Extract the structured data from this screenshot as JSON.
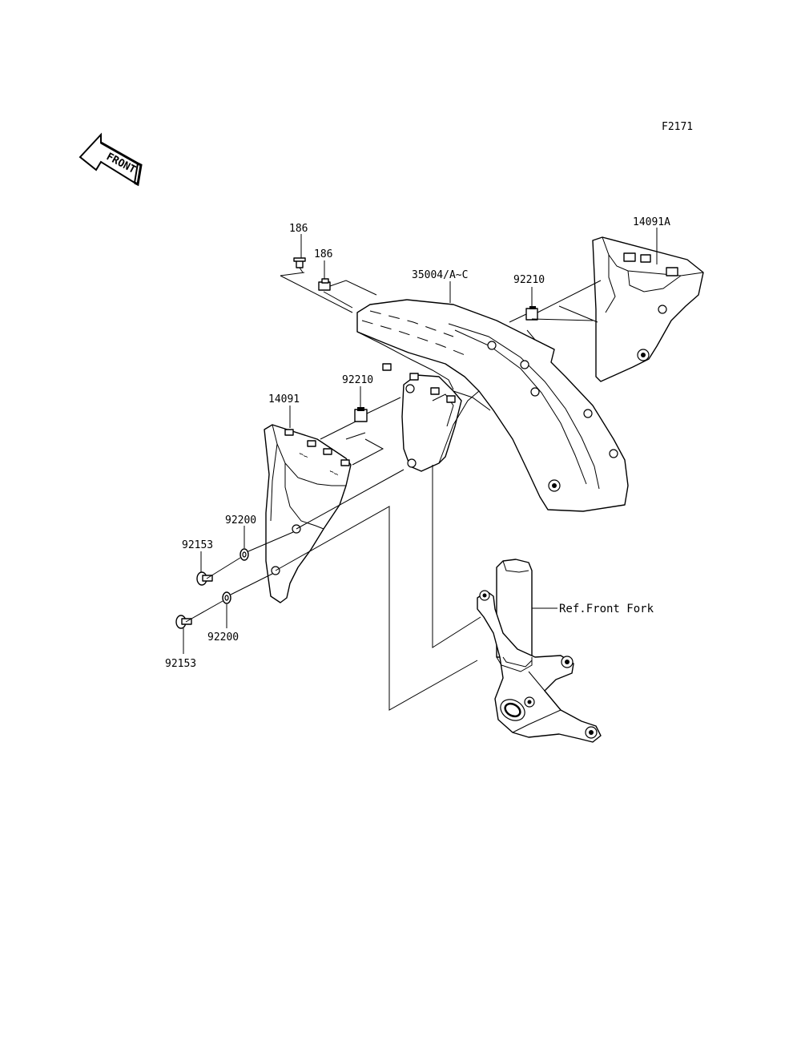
{
  "figure_code": "F2171",
  "front_badge": "FRONT",
  "labels": {
    "bolt_a": "186",
    "bolt_b": "186",
    "fender": "35004/A~C",
    "grommet_right": "92210",
    "cover_right": "14091A",
    "grommet_left": "92210",
    "cover_left": "14091",
    "washer_upper": "92200",
    "screw_upper": "92153",
    "washer_lower": "92200",
    "screw_lower": "92153",
    "fork_ref": "Ref.Front Fork"
  }
}
